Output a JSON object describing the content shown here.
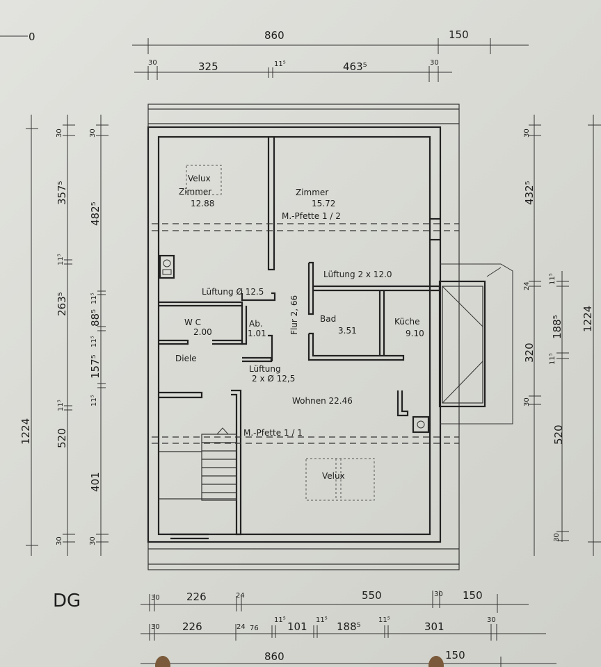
{
  "sheet": {
    "label": "DG",
    "origin_mark": "0"
  },
  "top_dims": {
    "overall": "860",
    "overhang": "150",
    "wall_left": "30",
    "room_left": "325",
    "wall_mid": "11⁵",
    "room_right": "463⁵",
    "wall_right": "30"
  },
  "bottom_dims": {
    "row1": [
      "30",
      "226",
      "24",
      "550",
      "30",
      "150"
    ],
    "row2": [
      "30",
      "226",
      "24",
      "76",
      "11⁵",
      "101",
      "11⁵",
      "188⁵",
      "11⁵",
      "301",
      "30"
    ],
    "row3": [
      "860",
      "150"
    ]
  },
  "left_dims": {
    "overall": "1224",
    "col1": [
      "30",
      "357⁵",
      "11⁵",
      "263⁵",
      "11⁵",
      "520",
      "30"
    ],
    "col2": [
      "30",
      "482⁵",
      "11⁵",
      "88⁵",
      "11⁵",
      "157⁵",
      "11⁵",
      "401",
      "30"
    ]
  },
  "right_dims": {
    "overall": "1224",
    "col1": [
      "30",
      "432⁵",
      "24",
      "320",
      "30",
      "520",
      "30"
    ],
    "col2": [
      "11⁵",
      "188⁵",
      "11⁵"
    ]
  },
  "rooms": {
    "zimmer1": {
      "name": "Zimmer",
      "area": "12.88"
    },
    "zimmer2": {
      "name": "Zimmer",
      "area": "15.72"
    },
    "wc": {
      "name": "W C",
      "area": "2.00"
    },
    "ab": {
      "name": "Ab.",
      "area": "1.01"
    },
    "diele": {
      "name": "Diele"
    },
    "flur": {
      "name": "Flur  2, 66"
    },
    "bad": {
      "name": "Bad",
      "area": "3.51"
    },
    "kueche": {
      "name": "Küche",
      "area": "9.10"
    },
    "wohnen": {
      "name": "Wohnen  22.46"
    }
  },
  "annotations": {
    "velux1": "Velux",
    "velux2": "Velux",
    "pfette_top": "M.-Pfette   1 / 2",
    "pfette_bottom": "M.-Pfette  1 / 1",
    "lueftung1": "Lüftung Ø 12.5",
    "lueftung2": "Lüftung 2 x 12.0",
    "lueftung3_a": "Lüftung",
    "lueftung3_b": "2 x Ø 12,5"
  }
}
